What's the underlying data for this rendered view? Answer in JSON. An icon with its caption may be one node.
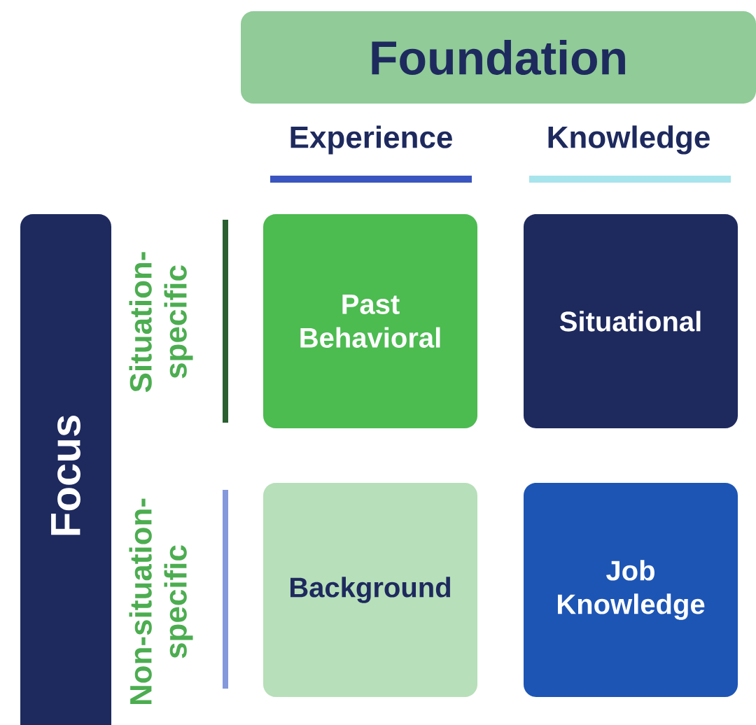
{
  "diagram": {
    "nodes": [
      {
        "text": [
          "Foundation"
        ]
      },
      {
        "text": [
          "Focus"
        ]
      },
      {
        "text": [
          "Past Behavioral"
        ]
      },
      {
        "text": [
          "Situational"
        ]
      },
      {
        "text": [
          "Background"
        ]
      },
      {
        "text": [
          "Job Knowledge"
        ]
      }
    ],
    "labels": [
      "Experience",
      "Knowledge",
      "Situation-specific",
      "Non-situation-specific"
    ]
  }
}
